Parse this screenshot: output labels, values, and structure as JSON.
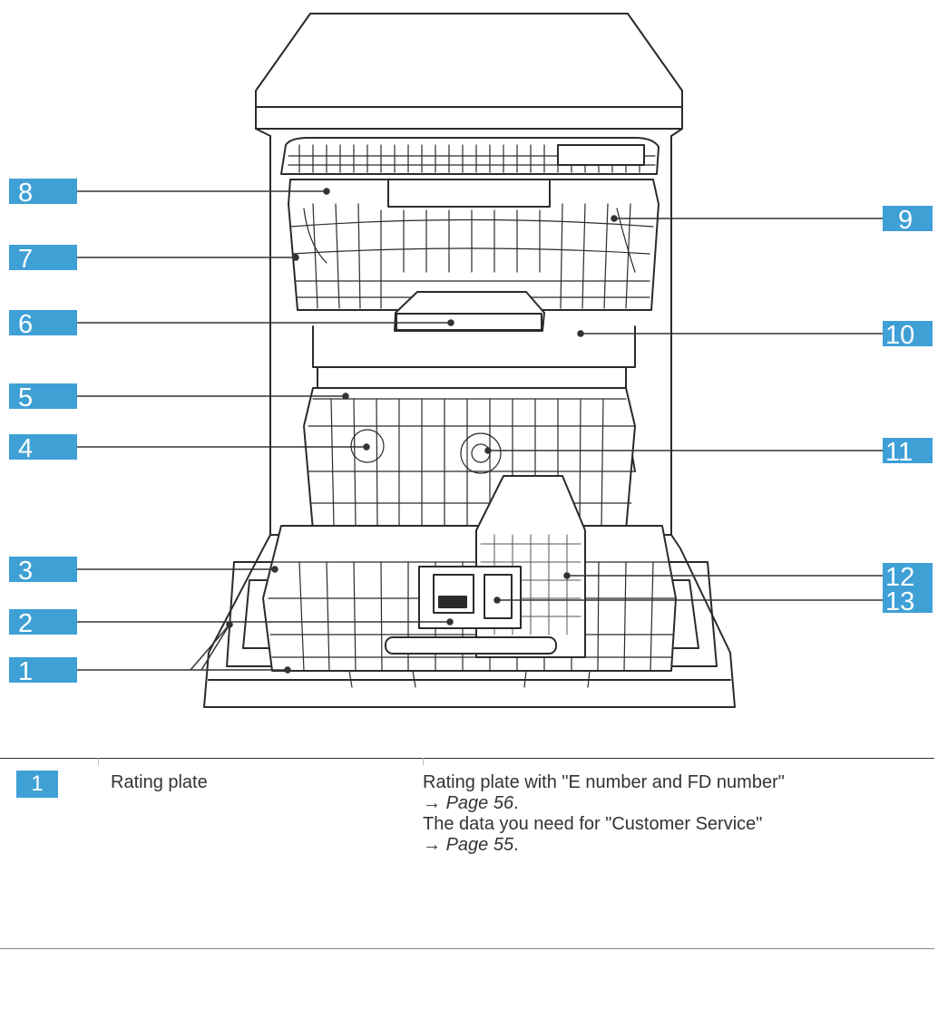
{
  "callouts": [
    {
      "number": "1",
      "side": "left"
    },
    {
      "number": "2",
      "side": "left"
    },
    {
      "number": "3",
      "side": "left"
    },
    {
      "number": "4",
      "side": "left"
    },
    {
      "number": "5",
      "side": "left"
    },
    {
      "number": "6",
      "side": "left"
    },
    {
      "number": "7",
      "side": "left"
    },
    {
      "number": "8",
      "side": "left"
    },
    {
      "number": "9",
      "side": "right"
    },
    {
      "number": "10",
      "side": "right"
    },
    {
      "number": "11",
      "side": "right"
    },
    {
      "number": "12",
      "side": "right"
    },
    {
      "number": "13",
      "side": "right"
    }
  ],
  "colors": {
    "badge": "#3fa0d6",
    "line": "#333333"
  },
  "legend": {
    "rows": [
      {
        "number": "1",
        "term": "Rating plate",
        "desc_line1": "Rating plate with \"E number and FD number\"",
        "desc_line2_arrow": "→",
        "desc_line2_page": "Page 56",
        "desc_line2_end": ".",
        "desc_line3": "The data you need for \"Customer Service\"",
        "desc_line4_arrow": "→",
        "desc_line4_page": "Page 55",
        "desc_line4_end": "."
      }
    ]
  }
}
